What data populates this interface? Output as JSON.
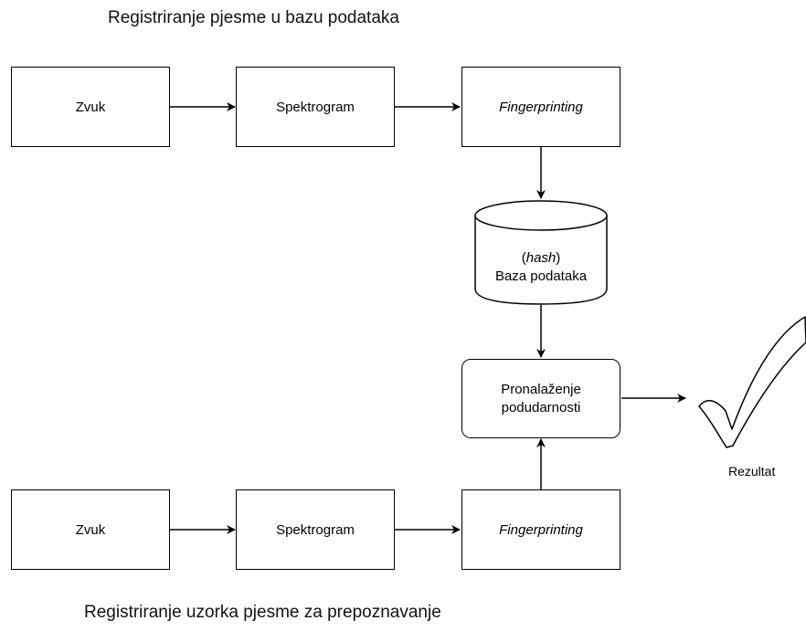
{
  "titles": {
    "top": "Registriranje pjesme u bazu podataka",
    "bottom": "Registriranje uzorka pjesme za prepoznavanje"
  },
  "top_row": {
    "zvuk": "Zvuk",
    "spektrogram": "Spektrogram",
    "fingerprinting": "Fingerprinting"
  },
  "database": {
    "hash_open": "(",
    "hash_word": "hash",
    "hash_close": ")",
    "label": "Baza podataka"
  },
  "matching": {
    "line1": "Pronalaženje",
    "line2": "podudarnosti"
  },
  "result": {
    "label": "Rezultat",
    "icon": "checkmark-icon"
  },
  "bottom_row": {
    "zvuk": "Zvuk",
    "spektrogram": "Spektrogram",
    "fingerprinting": "Fingerprinting"
  }
}
